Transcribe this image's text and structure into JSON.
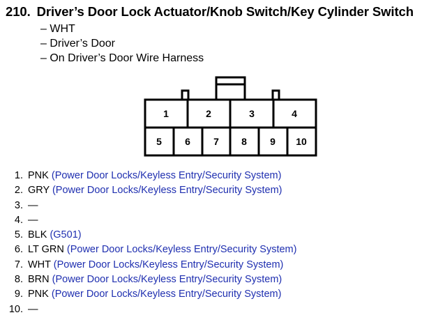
{
  "header": {
    "number": "210.",
    "title": "Driver’s Door Lock Actuator/Knob Switch/Key Cylinder Switch"
  },
  "subtitles": [
    "– WHT",
    "– Driver’s Door",
    "– On Driver’s Door Wire Harness"
  ],
  "connector": {
    "top_row": [
      "1",
      "2",
      "3",
      "4"
    ],
    "bottom_row": [
      "5",
      "6",
      "7",
      "8",
      "9",
      "10"
    ]
  },
  "pins": [
    {
      "num": "1.",
      "color": "PNK",
      "circuit": "(Power Door Locks/Keyless Entry/Security System)"
    },
    {
      "num": "2.",
      "color": "GRY",
      "circuit": "(Power Door Locks/Keyless Entry/Security System)"
    },
    {
      "num": "3.",
      "color": "—",
      "circuit": ""
    },
    {
      "num": "4.",
      "color": "—",
      "circuit": ""
    },
    {
      "num": "5.",
      "color": "BLK",
      "circuit": "(G501)"
    },
    {
      "num": "6.",
      "color": "LT GRN",
      "circuit": "(Power Door Locks/Keyless Entry/Security System)"
    },
    {
      "num": "7.",
      "color": "WHT",
      "circuit": "(Power Door Locks/Keyless Entry/Security System)"
    },
    {
      "num": "8.",
      "color": "BRN",
      "circuit": "(Power Door Locks/Keyless Entry/Security System)"
    },
    {
      "num": "9.",
      "color": "PNK",
      "circuit": "(Power Door Locks/Keyless Entry/Security System)"
    },
    {
      "num": "10.",
      "color": "—",
      "circuit": ""
    }
  ]
}
